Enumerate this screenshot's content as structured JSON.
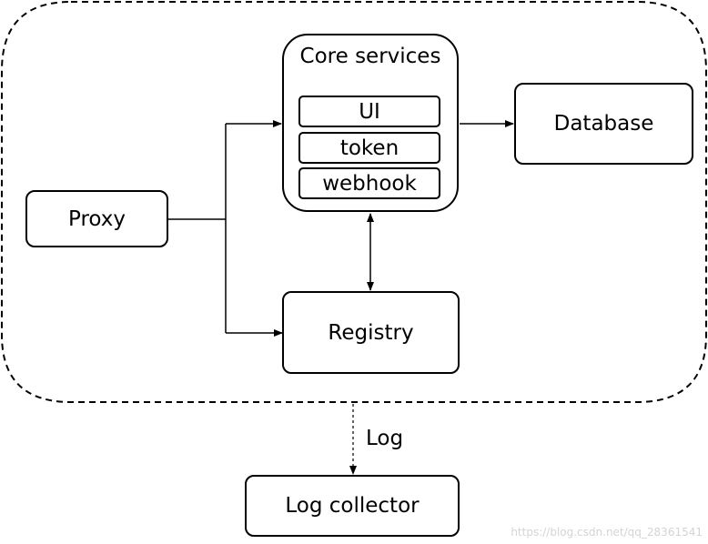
{
  "diagram": {
    "core": {
      "title": "Core services",
      "components": [
        "UI",
        "token",
        "webhook"
      ]
    },
    "nodes": {
      "proxy": "Proxy",
      "database": "Database",
      "registry": "Registry",
      "log_collector": "Log collector"
    },
    "edge_labels": {
      "log": "Log"
    }
  },
  "watermark": "https://blog.csdn.net/qq_28361541"
}
